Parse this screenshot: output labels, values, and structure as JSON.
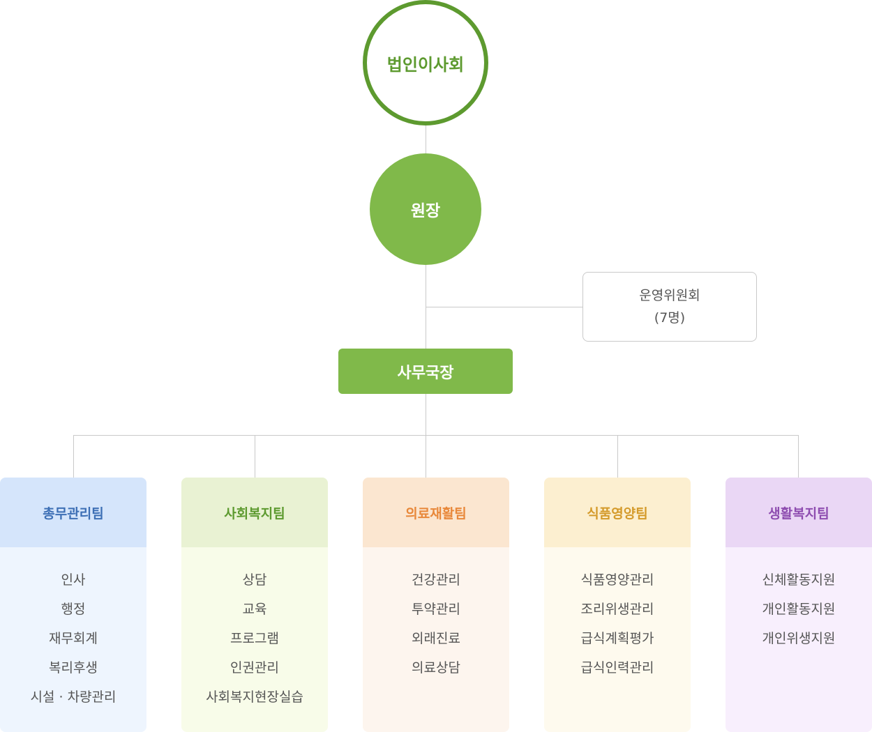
{
  "top": {
    "board": "법인이사회",
    "director": "원장",
    "committee": {
      "line1": "운영위원회",
      "line2": "(7명)"
    },
    "secretary": "사무국장"
  },
  "teams": [
    {
      "name": "총무관리팀",
      "head_bg": "#d5e5fb",
      "body_bg": "#eef5fe",
      "title_color": "#3d6fb5",
      "duties": [
        "인사",
        "행정",
        "재무회계",
        "복리후생",
        "시설 · 차량관리"
      ]
    },
    {
      "name": "사회복지팀",
      "head_bg": "#e9f2d3",
      "body_bg": "#f8fce9",
      "title_color": "#5d9a2f",
      "duties": [
        "상담",
        "교육",
        "프로그램",
        "인권관리",
        "사회복지현장실습"
      ]
    },
    {
      "name": "의료재활팀",
      "head_bg": "#fbe6d0",
      "body_bg": "#fdf5ee",
      "title_color": "#e8883a",
      "duties": [
        "건강관리",
        "투약관리",
        "외래진료",
        "의료상담"
      ]
    },
    {
      "name": "식품영양팀",
      "head_bg": "#fcefd0",
      "body_bg": "#fefaee",
      "title_color": "#d49a2a",
      "duties": [
        "식품영양관리",
        "조리위생관리",
        "급식계획평가",
        "급식인력관리"
      ]
    },
    {
      "name": "생활복지팀",
      "head_bg": "#ead7f5",
      "body_bg": "#f8effd",
      "title_color": "#8e4db0",
      "duties": [
        "신체활동지원",
        "개인활동지원",
        "개인위생지원"
      ]
    }
  ]
}
